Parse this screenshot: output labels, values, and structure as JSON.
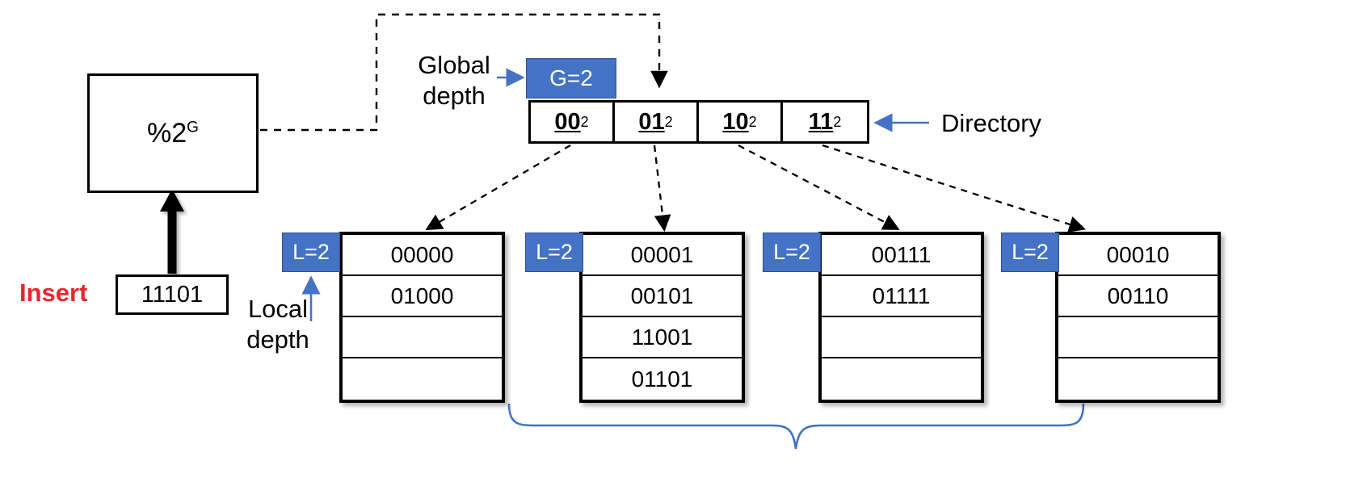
{
  "hash_function": {
    "expression_base": "%2",
    "expression_exponent": "G"
  },
  "insert": {
    "label": "Insert",
    "key": "11101",
    "label_color": "#e8262d"
  },
  "global_depth": {
    "annotation_line1": "Global",
    "annotation_line2": "depth",
    "badge": "G=2",
    "badge_color": "#4472c4"
  },
  "directory": {
    "label": "Directory",
    "cells": [
      {
        "prefix": "00",
        "subscript": "2"
      },
      {
        "prefix": "01",
        "subscript": "2"
      },
      {
        "prefix": "10",
        "subscript": "2"
      },
      {
        "prefix": "11",
        "subscript": "2"
      }
    ]
  },
  "local_depth": {
    "annotation_line1": "Local",
    "annotation_line2": "depth"
  },
  "buckets": [
    {
      "badge": "L=2",
      "slots": [
        "00000",
        "01000",
        "",
        ""
      ]
    },
    {
      "badge": "L=2",
      "slots": [
        "00001",
        "00101",
        "11001",
        "01101"
      ]
    },
    {
      "badge": "L=2",
      "slots": [
        "00111",
        "01111",
        "",
        ""
      ]
    },
    {
      "badge": "L=2",
      "slots": [
        "00010",
        "00110",
        "",
        ""
      ]
    }
  ],
  "colors": {
    "badge_fill": "#4472c4",
    "badge_stroke": "#2f528f",
    "arrow_blue": "#4472c4",
    "brace_blue": "#4472c4",
    "line_black": "#000000",
    "insert_red": "#e8262d"
  }
}
